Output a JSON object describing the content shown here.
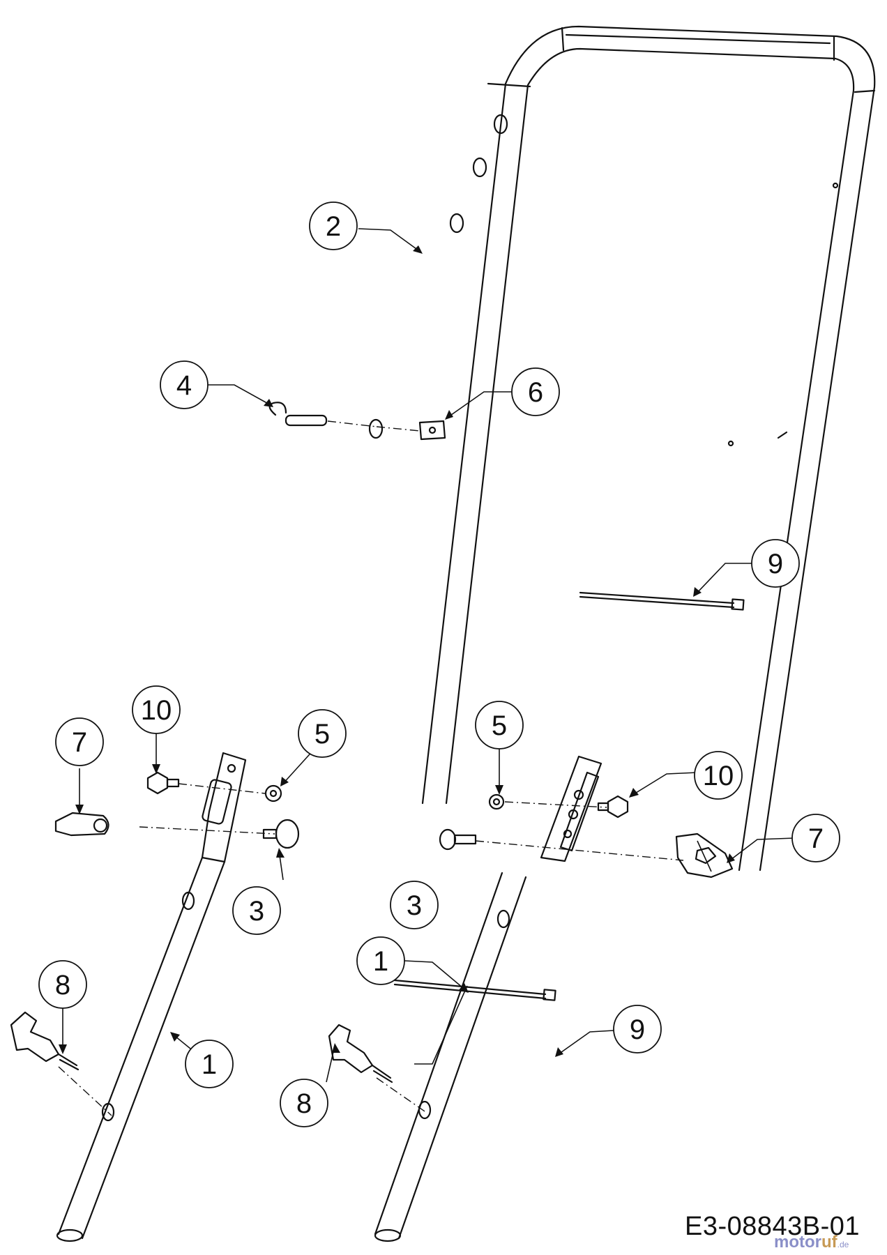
{
  "drawing_code": "E3-08843B-01",
  "watermark": {
    "part1": "motor",
    "part2": "uf",
    "part3": ".de"
  },
  "callouts": [
    "1",
    "1",
    "2",
    "3",
    "3",
    "4",
    "5",
    "5",
    "6",
    "7",
    "7",
    "8",
    "8",
    "9",
    "9",
    "10",
    "10"
  ]
}
